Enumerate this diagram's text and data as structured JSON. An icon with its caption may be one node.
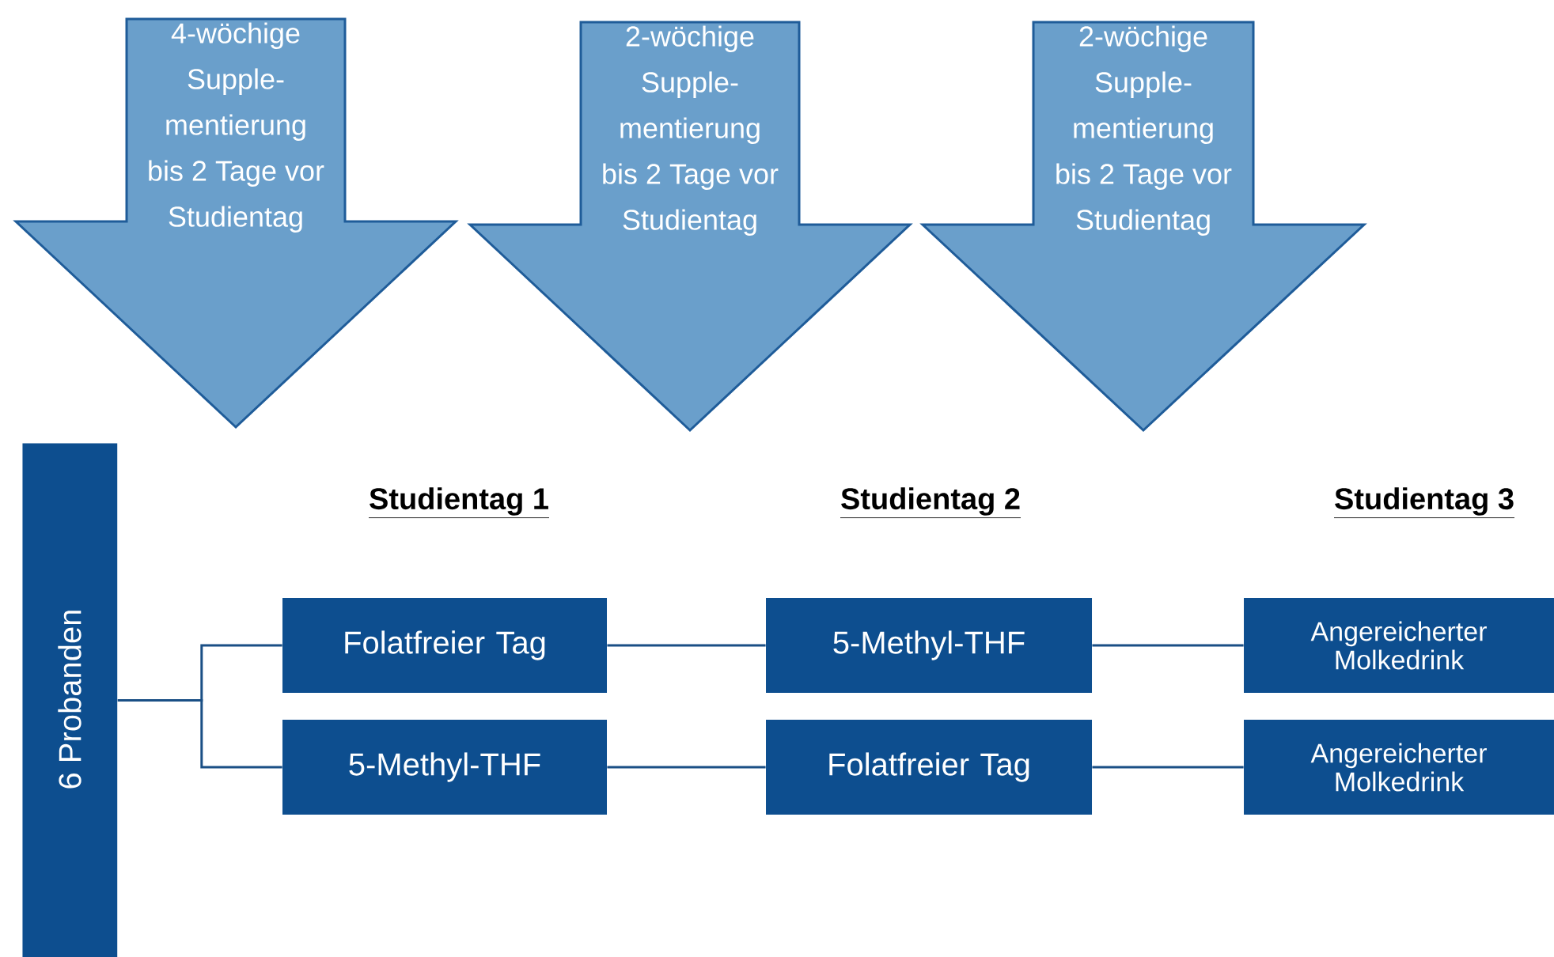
{
  "diagram": {
    "nodes": [
      {
        "text": [
          "4-wöchige Supple-mentierung bis 2 Tage vor Studientag"
        ]
      },
      {
        "text": [
          "2-wöchige Supple-mentierung bis 2 Tage vor Studientag"
        ]
      },
      {
        "text": [
          "2-wöchige Supple-mentierung bis 2 Tage vor Studientag"
        ]
      },
      {
        "text": [
          "6 Probanden"
        ]
      },
      {
        "text": [
          "Folatfreier Tag"
        ]
      },
      {
        "text": [
          "5-Methyl-THF"
        ]
      },
      {
        "text": [
          "Angereicherter Molkedrink"
        ]
      },
      {
        "text": [
          "5-Methyl-THF"
        ]
      },
      {
        "text": [
          "Folatfreier Tag"
        ]
      },
      {
        "text": [
          "Angereicherter Molkedrink"
        ]
      }
    ],
    "edges": [
      {
        "from": 3,
        "to": 4,
        "arrow": "none"
      },
      {
        "from": 3,
        "to": 7,
        "arrow": "none"
      },
      {
        "from": 4,
        "to": 5,
        "arrow": "none"
      },
      {
        "from": 5,
        "to": 6,
        "arrow": "none"
      },
      {
        "from": 7,
        "to": 8,
        "arrow": "none"
      },
      {
        "from": 8,
        "to": 9,
        "arrow": "none"
      }
    ],
    "labels": [
      "Studientag 1",
      "Studientag 2",
      "Studientag 3"
    ]
  }
}
